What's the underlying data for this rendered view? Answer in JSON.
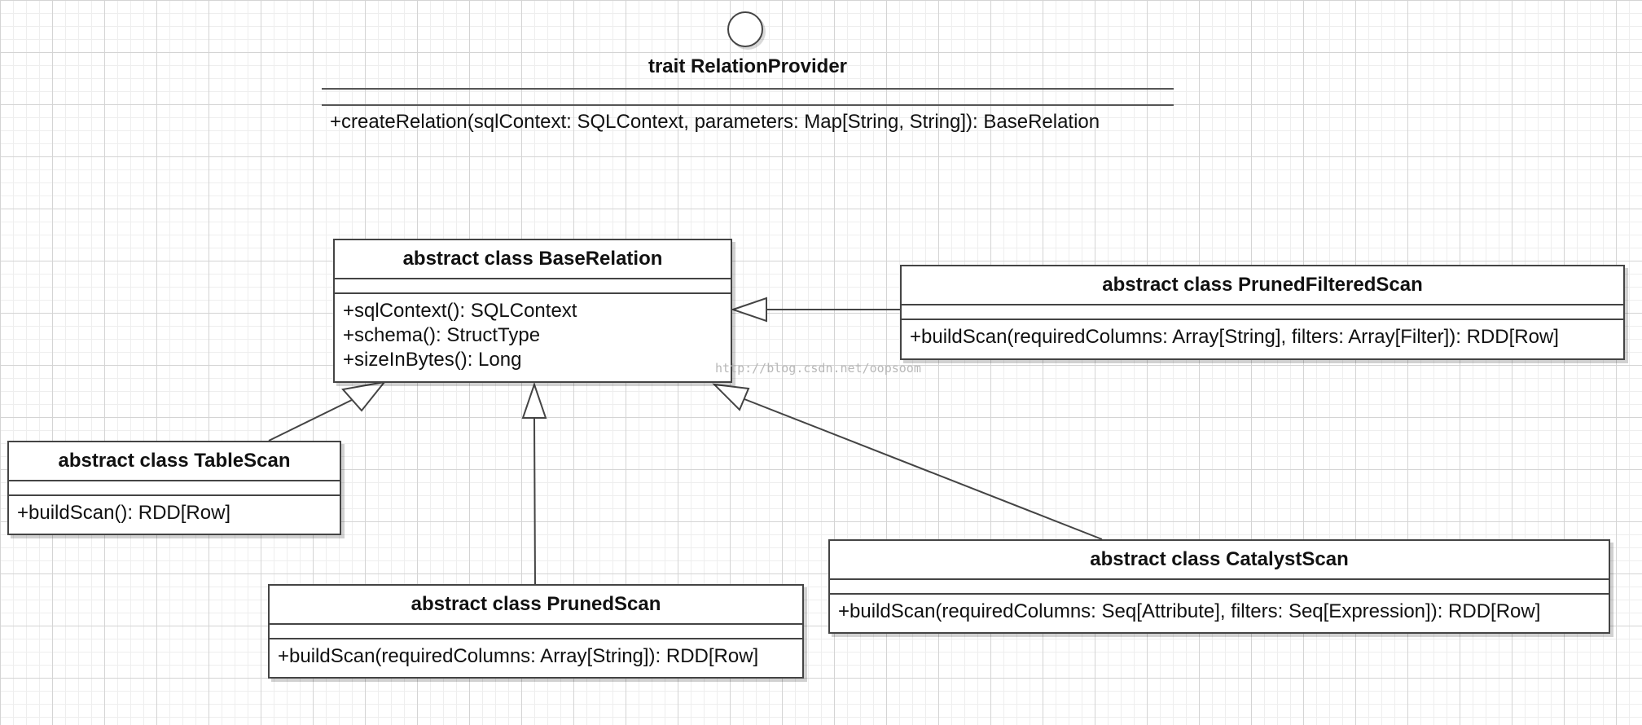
{
  "trait": {
    "name": "trait RelationProvider",
    "op": "+createRelation(sqlContext: SQLContext, parameters: Map[String, String]): BaseRelation"
  },
  "classes": {
    "base_relation": {
      "name": "abstract class BaseRelation",
      "ops": [
        "+sqlContext(): SQLContext",
        "+schema(): StructType",
        "+sizeInBytes(): Long"
      ]
    },
    "pruned_filtered_scan": {
      "name": "abstract class PrunedFilteredScan",
      "ops": [
        "+buildScan(requiredColumns: Array[String], filters: Array[Filter]): RDD[Row]"
      ]
    },
    "table_scan": {
      "name": "abstract class TableScan",
      "ops": [
        "+buildScan(): RDD[Row]"
      ]
    },
    "pruned_scan": {
      "name": "abstract class PrunedScan",
      "ops": [
        "+buildScan(requiredColumns: Array[String]): RDD[Row]"
      ]
    },
    "catalyst_scan": {
      "name": "abstract class CatalystScan",
      "ops": [
        "+buildScan(requiredColumns: Seq[Attribute], filters: Seq[Expression]): RDD[Row]"
      ]
    }
  },
  "watermark": "http://blog.csdn.net/oopsoom",
  "colors": {
    "line": "#444444",
    "grid": "#d4d4d4",
    "box_bg": "#ffffff"
  }
}
